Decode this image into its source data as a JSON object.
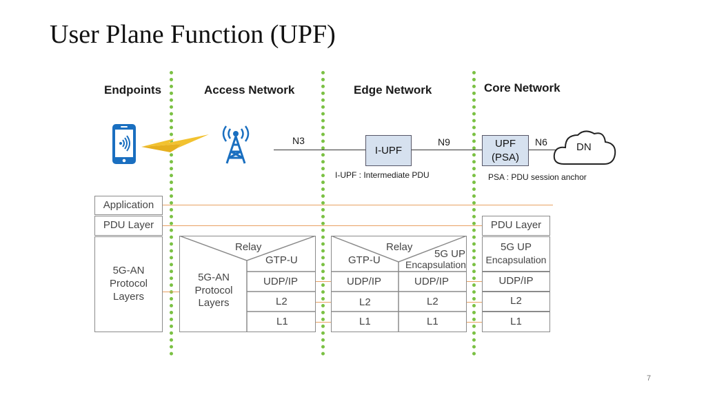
{
  "title": "User Plane Function (UPF)",
  "columns": {
    "endpoints": "Endpoints",
    "access": "Access Network",
    "edge": "Edge Network",
    "core": "Core Network"
  },
  "interfaces": {
    "n3": "N3",
    "n9": "N9",
    "n6": "N6"
  },
  "nodes": {
    "iupf": "I-UPF",
    "upf_line1": "UPF",
    "upf_line2": "(PSA)",
    "dn": "DN"
  },
  "notes": {
    "iupf_note": "I-UPF : Intermediate PDU",
    "psa_note": "PSA : PDU session anchor"
  },
  "stack_ue": {
    "application": "Application",
    "pdu_layer": "PDU Layer",
    "an_line1": "5G-AN",
    "an_line2": "Protocol",
    "an_line3": "Layers"
  },
  "stack_an": {
    "relay": "Relay",
    "gtpu": "GTP-U",
    "an_line1": "5G-AN",
    "an_line2": "Protocol",
    "an_line3": "Layers",
    "udpip": "UDP/IP",
    "l2": "L2",
    "l1": "L1"
  },
  "stack_iupf": {
    "relay": "Relay",
    "gtpu": "GTP-U",
    "encap_line1": "5G UP",
    "encap_line2": "Encapsulation",
    "udpip_left": "UDP/IP",
    "udpip_right": "UDP/IP",
    "l2_left": "L2",
    "l2_right": "L2",
    "l1_left": "L1",
    "l1_right": "L1"
  },
  "stack_psa": {
    "pdu_layer": "PDU Layer",
    "encap_line1": "5G UP",
    "encap_line2": "Encapsulation",
    "udpip": "UDP/IP",
    "l2": "L2",
    "l1": "L1"
  },
  "page_number": "7",
  "icons": {
    "phone": "smartphone-icon",
    "tower": "cell-tower-icon",
    "bolt": "lightning-icon",
    "cloud": "cloud-icon"
  },
  "colors": {
    "divider": "#7bc144",
    "phone_blue": "#1a6fc0",
    "bolt": "#f2c230",
    "layer_line": "#e8a060",
    "node_fill": "#d6e1ef"
  }
}
